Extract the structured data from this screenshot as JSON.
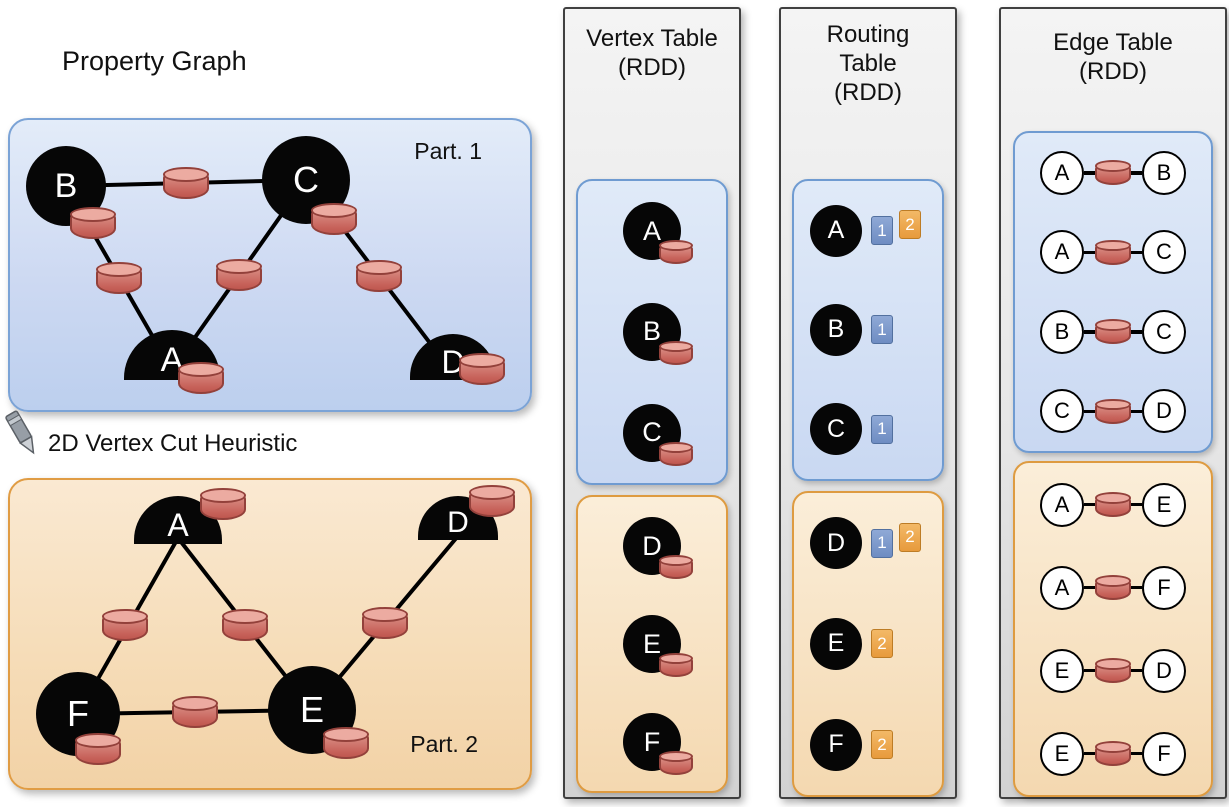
{
  "colors": {
    "partition1_fill": "#cdd9f2",
    "partition1_border": "#7ba3d6",
    "partition2_fill": "#f6ddb9",
    "partition2_border": "#e09c44",
    "panel_fill": "#e6e6e6",
    "panel_border": "#404040",
    "cylinder_fill": "#c8645c",
    "cylinder_top": "#ecaba1",
    "cylinder_border": "#93413b",
    "badge_partition1": "#6e8cc2",
    "badge_partition2": "#e79a3c",
    "vertex_fill": "#060606",
    "vertex_text": "#ffffff"
  },
  "property_graph": {
    "title": "Property Graph",
    "heuristic_label": "2D Vertex Cut Heuristic",
    "part1": {
      "label": "Part. 1",
      "vertices": [
        "B",
        "C",
        "A",
        "D"
      ],
      "edges": [
        [
          "B",
          "C"
        ],
        [
          "B",
          "A"
        ],
        [
          "C",
          "A"
        ],
        [
          "C",
          "D"
        ]
      ]
    },
    "part2": {
      "label": "Part. 2",
      "vertices": [
        "A",
        "D",
        "F",
        "E"
      ],
      "edges": [
        [
          "A",
          "F"
        ],
        [
          "A",
          "E"
        ],
        [
          "D",
          "E"
        ],
        [
          "F",
          "E"
        ]
      ]
    }
  },
  "vertex_table": {
    "title_line1": "Vertex Table",
    "title_line2": "(RDD)",
    "part1_vertices": [
      "A",
      "B",
      "C"
    ],
    "part2_vertices": [
      "D",
      "E",
      "F"
    ]
  },
  "routing_table": {
    "title_line1": "Routing",
    "title_line2": "Table",
    "title_line3": "(RDD)",
    "part1_rows": [
      {
        "vertex": "A",
        "badges": [
          {
            "value": "1"
          },
          {
            "value": "2"
          }
        ]
      },
      {
        "vertex": "B",
        "badges": [
          {
            "value": "1"
          }
        ]
      },
      {
        "vertex": "C",
        "badges": [
          {
            "value": "1"
          }
        ]
      }
    ],
    "part2_rows": [
      {
        "vertex": "D",
        "badges": [
          {
            "value": "1"
          },
          {
            "value": "2"
          }
        ]
      },
      {
        "vertex": "E",
        "badges": [
          {
            "value": "2"
          }
        ]
      },
      {
        "vertex": "F",
        "badges": [
          {
            "value": "2"
          }
        ]
      }
    ]
  },
  "edge_table": {
    "title_line1": "Edge Table",
    "title_line2": "(RDD)",
    "part1_edges": [
      [
        "A",
        "B"
      ],
      [
        "A",
        "C"
      ],
      [
        "B",
        "C"
      ],
      [
        "C",
        "D"
      ]
    ],
    "part2_edges": [
      [
        "A",
        "E"
      ],
      [
        "A",
        "F"
      ],
      [
        "E",
        "D"
      ],
      [
        "E",
        "F"
      ]
    ]
  }
}
